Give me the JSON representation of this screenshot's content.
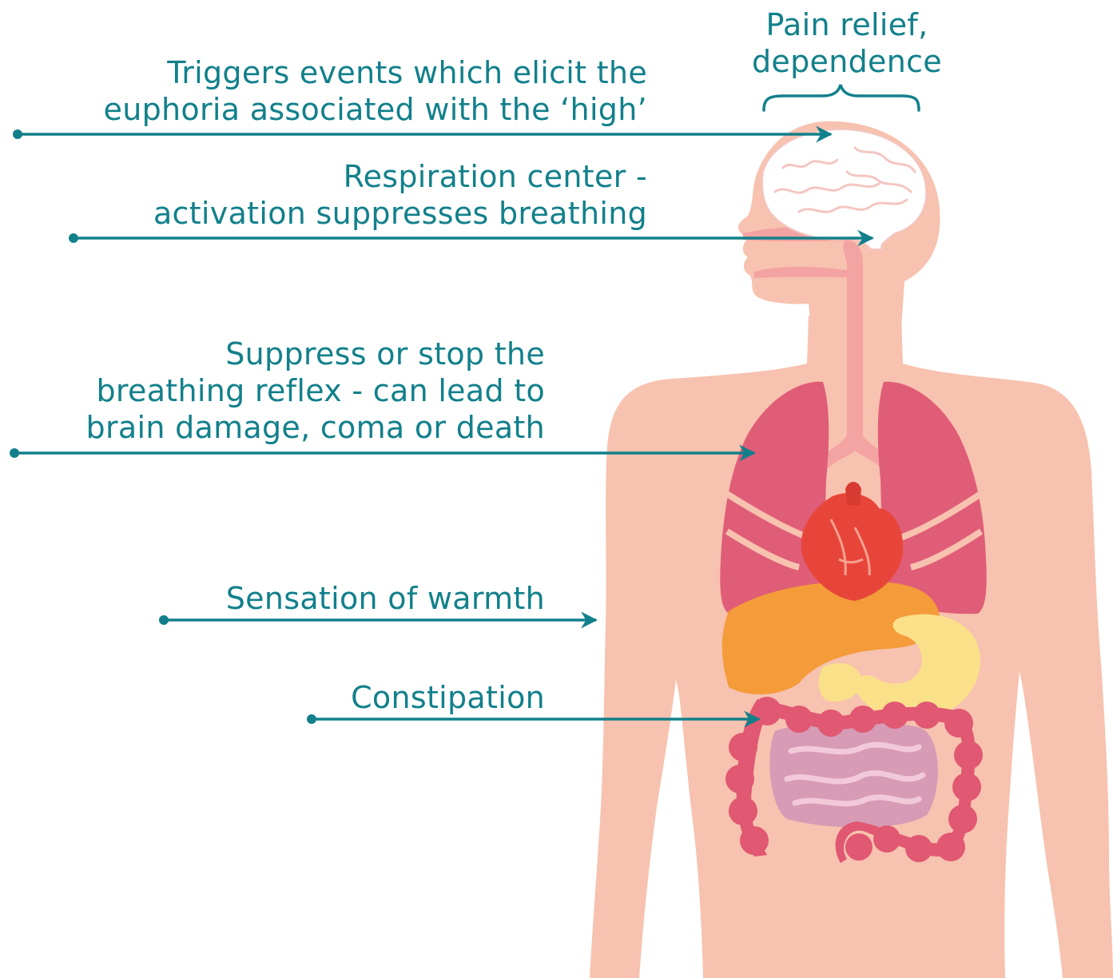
{
  "colors": {
    "teal": "#12808b",
    "skin": "#f7c2af",
    "lungs": "#e05d77",
    "liver": "#f49c3a",
    "stomach": "#fbe08a",
    "intestine": "#e05872",
    "small_intestine": "#d79bb6",
    "heart": "#e8453a",
    "brain": "#ffffff"
  },
  "annotations": {
    "pain": {
      "line1": "Pain relief,",
      "line2": "dependence"
    },
    "euphoria": {
      "line1": "Triggers events which elicit the",
      "line2": "euphoria associated with the ‘high’"
    },
    "respiration": {
      "line1": "Respiration center -",
      "line2": "activation suppresses breathing"
    },
    "breathing_reflex": {
      "line1": "Suppress or stop the",
      "line2": "breathing reflex - can lead to",
      "line3": "brain damage, coma or death"
    },
    "warmth": {
      "line1": "Sensation of warmth"
    },
    "constipation": {
      "line1": "Constipation"
    }
  },
  "icons": [
    "brain-icon",
    "lungs-icon",
    "heart-icon",
    "liver-icon",
    "stomach-icon",
    "intestine-icon"
  ]
}
